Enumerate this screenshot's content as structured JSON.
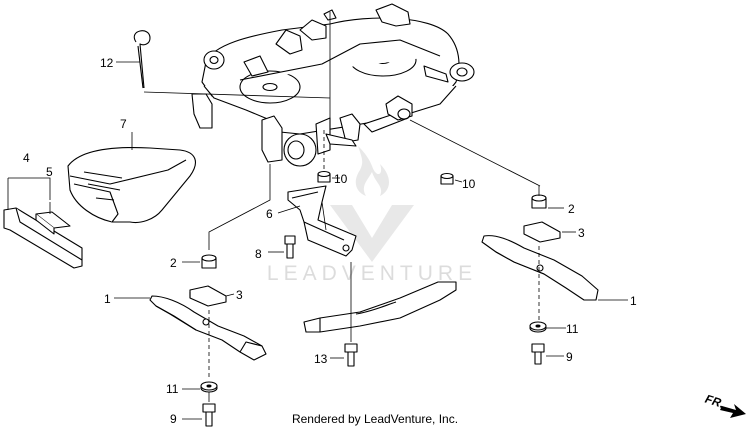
{
  "labels": {
    "p1": "1",
    "p2": "2",
    "p3": "3",
    "p4": "4",
    "p5": "5",
    "p6": "6",
    "p7": "7",
    "p8": "8",
    "p9": "9",
    "p10": "10",
    "p11": "11",
    "p12": "12",
    "p13": "13"
  },
  "watermark": "LEADVENTURE",
  "credit": "Rendered by LeadVenture, Inc.",
  "direction_marker": "FR."
}
